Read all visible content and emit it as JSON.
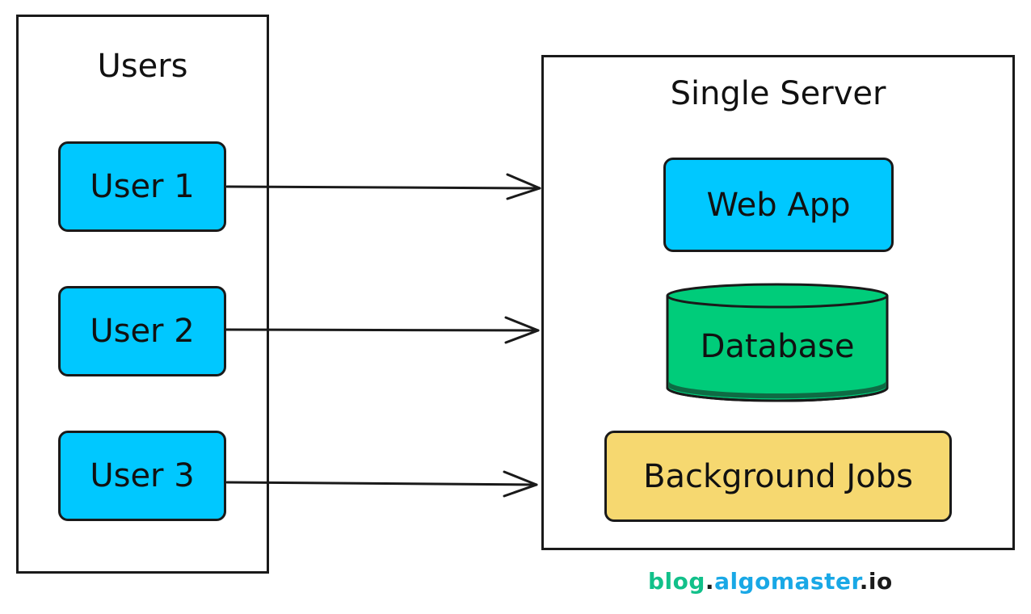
{
  "users_panel": {
    "title": "Users",
    "users": [
      {
        "label": "User 1"
      },
      {
        "label": "User 2"
      },
      {
        "label": "User 3"
      }
    ]
  },
  "server_panel": {
    "title": "Single Server",
    "components": {
      "web_app": "Web App",
      "database": "Database",
      "background_jobs": "Background Jobs"
    }
  },
  "watermark": {
    "part1": "blog",
    "dot1": ".",
    "part2": "algomaster",
    "dot2": ".",
    "part3": "io"
  },
  "colors": {
    "user_box": "#00c8ff",
    "web_app": "#00c8ff",
    "database": "#00cc7a",
    "background_jobs": "#f6d870",
    "watermark_green": "#12c08a",
    "watermark_blue": "#19a8e6"
  },
  "icons": {
    "arrow": "arrow-right-icon",
    "database": "database-cylinder-icon"
  }
}
